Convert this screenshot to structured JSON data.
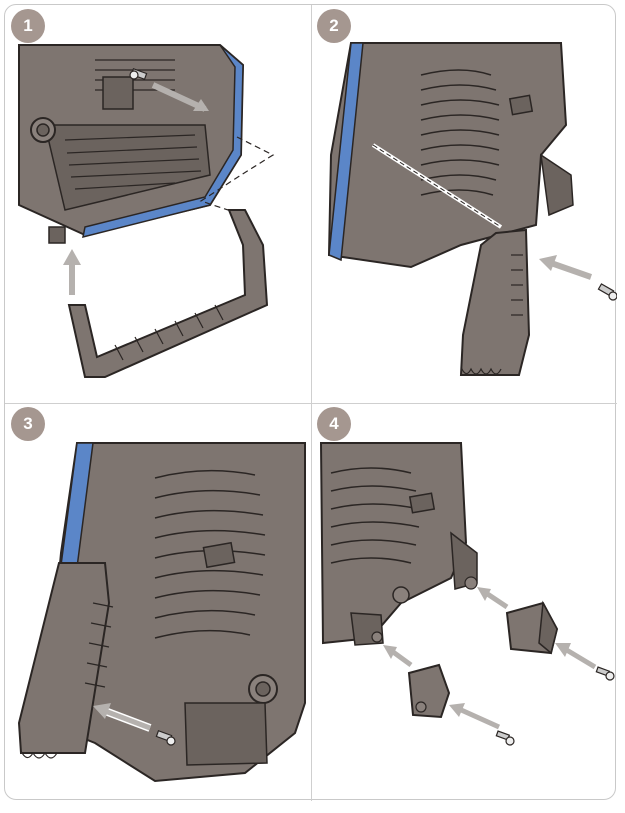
{
  "steps": [
    {
      "number": "1"
    },
    {
      "number": "2"
    },
    {
      "number": "3"
    },
    {
      "number": "4"
    }
  ],
  "colors": {
    "body": "#7e7570",
    "body_dark": "#5f5752",
    "outline": "#2b2624",
    "accent_blue": "#5b86c8",
    "arrow": "#b5b1ae",
    "badge": "#a59790"
  },
  "icons": [
    "screw-icon",
    "arrow-icon",
    "handle-bracket",
    "foot-cap"
  ]
}
